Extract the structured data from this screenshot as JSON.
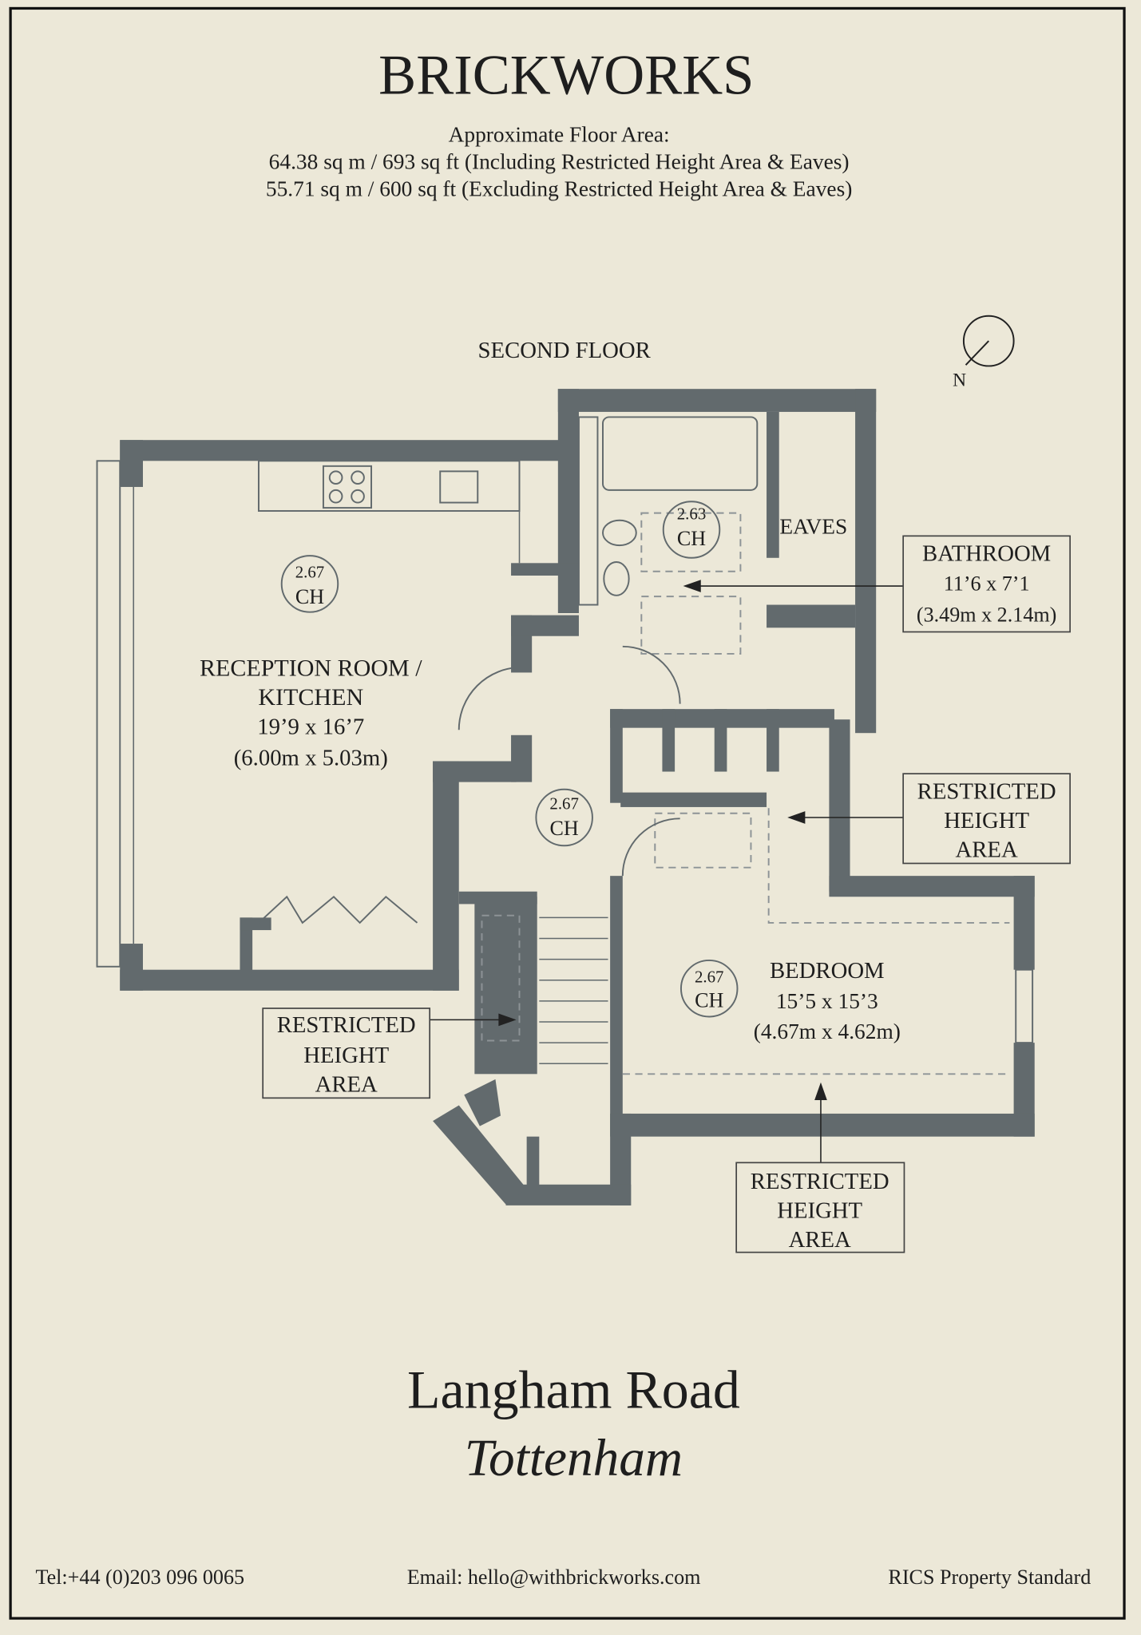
{
  "header": {
    "brand": "BRICKWORKS",
    "area_title": "Approximate Floor Area:",
    "area_including": "64.38 sq m / 693 sq ft (Including Restricted Height Area & Eaves)",
    "area_excluding": "55.71 sq m / 600 sq ft (Excluding Restricted Height Area & Eaves)"
  },
  "plan": {
    "floor_label": "SECOND FLOOR",
    "north_label": "N",
    "rooms": {
      "reception": {
        "name_line1": "RECEPTION ROOM /",
        "name_line2": "KITCHEN",
        "imperial": "19’9 x 16’7",
        "metric": "(6.00m x 5.03m)",
        "ceiling_height": "2.67",
        "ch": "CH"
      },
      "bathroom": {
        "name": "BATHROOM",
        "imperial": "11’6 x 7’1",
        "metric": "(3.49m x 2.14m)",
        "ceiling_height": "2.63",
        "ch": "CH"
      },
      "bedroom": {
        "name": "BEDROOM",
        "imperial": "15’5 x 15’3",
        "metric": "(4.67m x 4.62m)",
        "ceiling_height": "2.67",
        "ch": "CH"
      },
      "hall": {
        "ceiling_height": "2.67",
        "ch": "CH"
      },
      "eaves": {
        "name": "EAVES"
      }
    },
    "restricted_label": {
      "line1": "RESTRICTED",
      "line2": "HEIGHT",
      "line3": "AREA"
    }
  },
  "footer": {
    "street": "Langham Road",
    "area": "Tottenham",
    "tel": "Tel:+44 (0)203 096 0065",
    "email": "Email:  hello@withbrickworks.com",
    "standard": "RICS Property Standard"
  }
}
